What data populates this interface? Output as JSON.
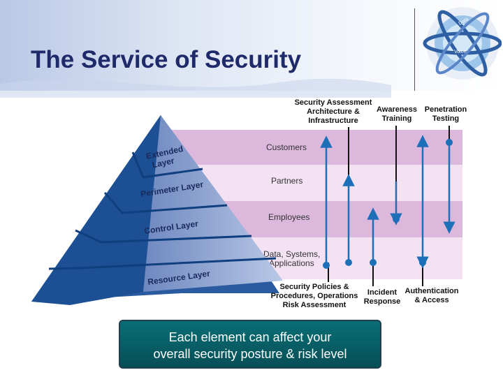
{
  "slide": {
    "title": "The Service of Security",
    "logo_text": [
      "Video",
      "Data",
      "Voice"
    ]
  },
  "pyramid": {
    "layers": [
      "Extended Layer",
      "Perimeter Layer",
      "Control Layer",
      "Resource Layer"
    ]
  },
  "bands": [
    "Customers",
    "Partners",
    "Employees",
    "Data, Systems, Applications"
  ],
  "top_labels": {
    "security_assessment": "Security Assessment Architecture & Infrastructure",
    "awareness_training": "Awareness Training",
    "penetration_testing": "Penetration Testing"
  },
  "bottom_labels": {
    "security_policies": "Security Policies & Procedures, Operations Risk Assessment",
    "incident_response": "Incident Response",
    "authentication_access": "Authentication & Access"
  },
  "callout": {
    "line1": "Each element can affect your",
    "line2": "overall security posture & risk level"
  },
  "colors": {
    "title": "#1f2a6b",
    "band_pink": "#dcb8dc",
    "band_light": "#f2e2f2",
    "pyramid_front": "#7f96c8",
    "pyramid_side": "#2f5fa3",
    "arrow": "#1d6fb8",
    "callout": "#0a6e75"
  }
}
